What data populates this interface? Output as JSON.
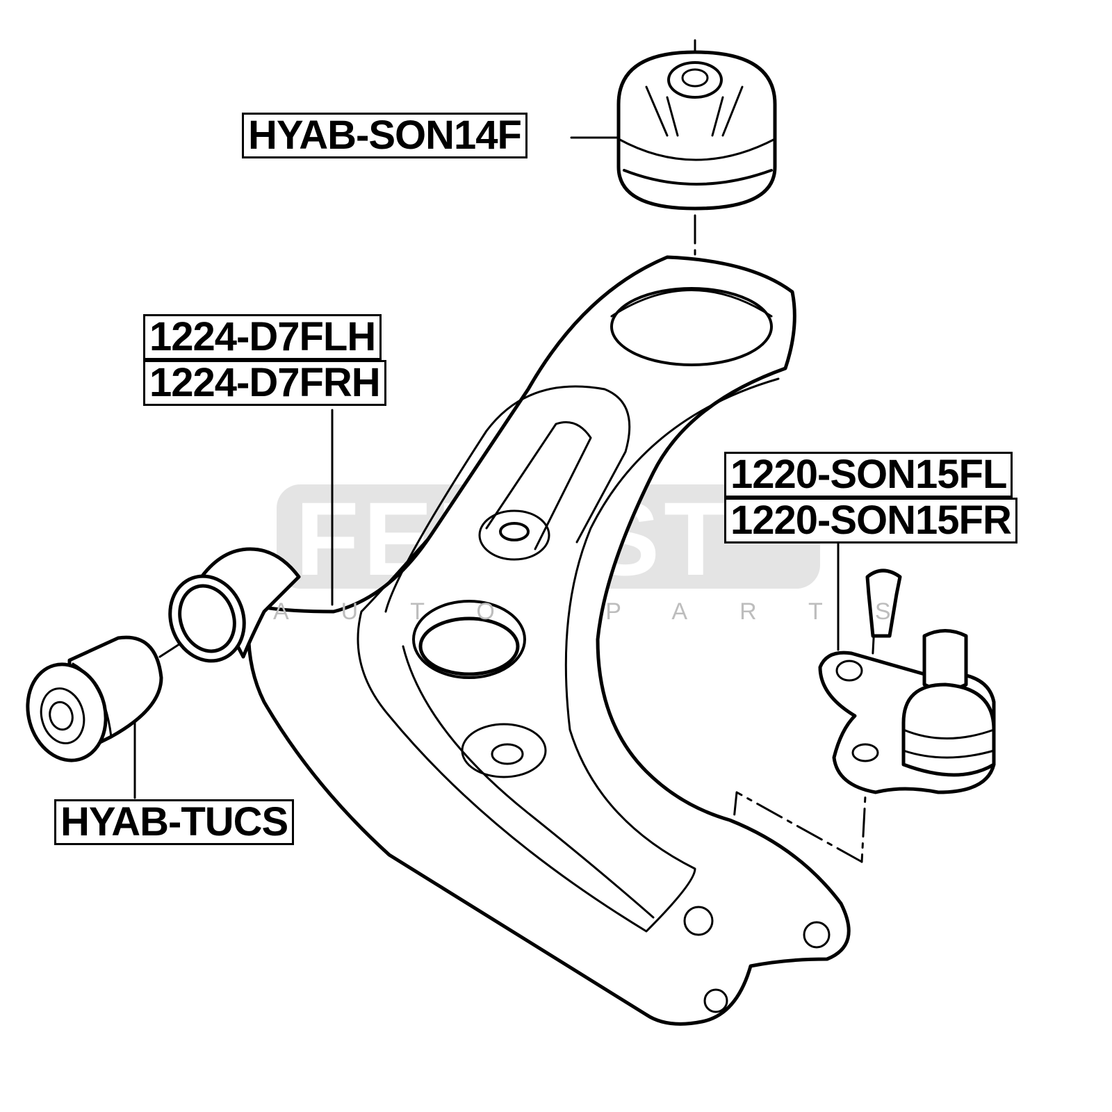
{
  "diagram": {
    "title": "Front lower control arm assembly",
    "watermark": {
      "brand": "FEBEST",
      "tagline": "AUTO PARTS"
    },
    "labels": {
      "upper_bushing": "HYAB-SON14F",
      "arm_left": "1224-D7FLH",
      "arm_right": "1224-D7FRH",
      "ball_joint_left": "1220-SON15FL",
      "ball_joint_right": "1220-SON15FR",
      "front_bushing": "HYAB-TUCS"
    }
  }
}
